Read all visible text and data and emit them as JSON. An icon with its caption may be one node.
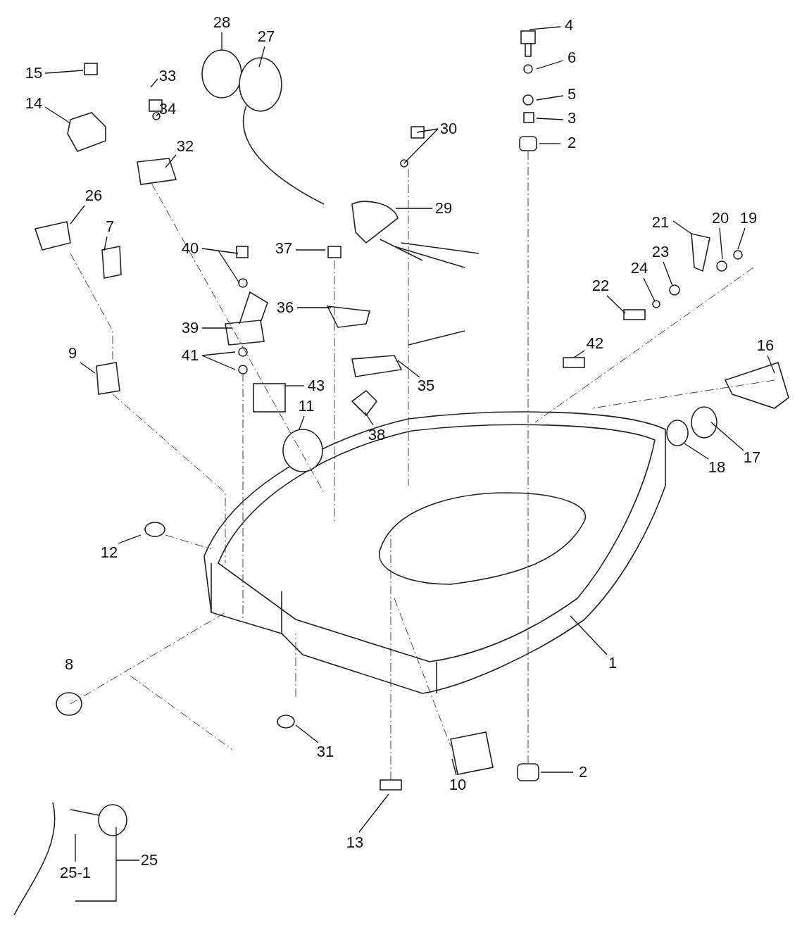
{
  "diagram": {
    "nodes": [
      {
        "text": [
          "28"
        ]
      },
      {
        "text": [
          "4"
        ]
      },
      {
        "text": [
          "27"
        ]
      },
      {
        "text": [
          "6"
        ]
      },
      {
        "text": [
          "15"
        ]
      },
      {
        "text": [
          "33"
        ]
      },
      {
        "text": [
          "5"
        ]
      },
      {
        "text": [
          "14"
        ]
      },
      {
        "text": [
          "34"
        ]
      },
      {
        "text": [
          "3"
        ]
      },
      {
        "text": [
          "30"
        ]
      },
      {
        "text": [
          "2"
        ]
      },
      {
        "text": [
          "32"
        ]
      },
      {
        "text": [
          "26"
        ]
      },
      {
        "text": [
          "29"
        ]
      },
      {
        "text": [
          "20"
        ]
      },
      {
        "text": [
          "19"
        ]
      },
      {
        "text": [
          "21"
        ]
      },
      {
        "text": [
          "7"
        ]
      },
      {
        "text": [
          "40"
        ]
      },
      {
        "text": [
          "37"
        ]
      },
      {
        "text": [
          "23"
        ]
      },
      {
        "text": [
          "24"
        ]
      },
      {
        "text": [
          "22"
        ]
      },
      {
        "text": [
          "36"
        ]
      },
      {
        "text": [
          "39"
        ]
      },
      {
        "text": [
          "42"
        ]
      },
      {
        "text": [
          "16"
        ]
      },
      {
        "text": [
          "9"
        ]
      },
      {
        "text": [
          "41"
        ]
      },
      {
        "text": [
          "35"
        ]
      },
      {
        "text": [
          "43"
        ]
      },
      {
        "text": [
          "11"
        ]
      },
      {
        "text": [
          "38"
        ]
      },
      {
        "text": [
          "17"
        ]
      },
      {
        "text": [
          "18"
        ]
      },
      {
        "text": [
          "12"
        ]
      },
      {
        "text": [
          "1"
        ]
      },
      {
        "text": [
          "8"
        ]
      },
      {
        "text": [
          "31"
        ]
      },
      {
        "text": [
          "2"
        ]
      },
      {
        "text": [
          "10"
        ]
      },
      {
        "text": [
          "13"
        ]
      },
      {
        "text": [
          "25"
        ]
      },
      {
        "text": [
          "25-1"
        ]
      }
    ],
    "edges": [
      {
        "from": 0,
        "to": null,
        "arrow": "none"
      },
      {
        "from": 1,
        "to": null,
        "arrow": "none"
      },
      {
        "from": 2,
        "to": null,
        "arrow": "none"
      },
      {
        "from": 3,
        "to": null,
        "arrow": "none"
      },
      {
        "from": 4,
        "to": null,
        "arrow": "none"
      },
      {
        "from": 5,
        "to": null,
        "arrow": "none"
      },
      {
        "from": 6,
        "to": null,
        "arrow": "none"
      },
      {
        "from": 7,
        "to": null,
        "arrow": "none"
      },
      {
        "from": 8,
        "to": null,
        "arrow": "none"
      },
      {
        "from": 9,
        "to": null,
        "arrow": "none"
      },
      {
        "from": 10,
        "to": null,
        "arrow": "none"
      },
      {
        "from": 11,
        "to": null,
        "arrow": "none"
      },
      {
        "from": 12,
        "to": null,
        "arrow": "none"
      },
      {
        "from": 13,
        "to": null,
        "arrow": "none"
      },
      {
        "from": 14,
        "to": null,
        "arrow": "none"
      },
      {
        "from": 15,
        "to": null,
        "arrow": "none"
      },
      {
        "from": 16,
        "to": null,
        "arrow": "none"
      },
      {
        "from": 17,
        "to": null,
        "arrow": "none"
      },
      {
        "from": 18,
        "to": null,
        "arrow": "none"
      },
      {
        "from": 19,
        "to": null,
        "arrow": "none"
      },
      {
        "from": 20,
        "to": null,
        "arrow": "none"
      },
      {
        "from": 21,
        "to": null,
        "arrow": "none"
      },
      {
        "from": 22,
        "to": null,
        "arrow": "none"
      },
      {
        "from": 23,
        "to": null,
        "arrow": "none"
      },
      {
        "from": 24,
        "to": null,
        "arrow": "none"
      },
      {
        "from": 25,
        "to": null,
        "arrow": "none"
      },
      {
        "from": 26,
        "to": null,
        "arrow": "none"
      },
      {
        "from": 27,
        "to": null,
        "arrow": "none"
      },
      {
        "from": 28,
        "to": null,
        "arrow": "none"
      },
      {
        "from": 29,
        "to": null,
        "arrow": "none"
      },
      {
        "from": 30,
        "to": null,
        "arrow": "none"
      },
      {
        "from": 31,
        "to": null,
        "arrow": "none"
      },
      {
        "from": 32,
        "to": null,
        "arrow": "none"
      },
      {
        "from": 33,
        "to": null,
        "arrow": "none"
      },
      {
        "from": 34,
        "to": null,
        "arrow": "none"
      },
      {
        "from": 35,
        "to": null,
        "arrow": "none"
      },
      {
        "from": 36,
        "to": null,
        "arrow": "none"
      },
      {
        "from": 37,
        "to": null,
        "arrow": "none"
      },
      {
        "from": 39,
        "to": null,
        "arrow": "none"
      },
      {
        "from": 40,
        "to": null,
        "arrow": "none"
      },
      {
        "from": 41,
        "to": null,
        "arrow": "none"
      },
      {
        "from": 42,
        "to": null,
        "arrow": "none"
      },
      {
        "from": 43,
        "to": null,
        "arrow": "none"
      },
      {
        "from": 44,
        "to": null,
        "arrow": "none"
      }
    ]
  }
}
